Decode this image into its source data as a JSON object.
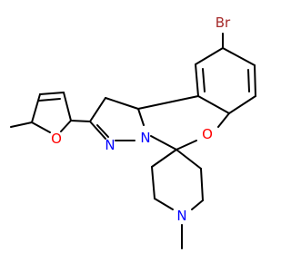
{
  "molecule": {
    "atom_labels": {
      "br": "Br",
      "n_pyrazoline": "N",
      "n_ring": "N",
      "o_oxazine": "O",
      "o_furan": "O",
      "n_piperidine": "N"
    },
    "colors": {
      "bond": "#000000",
      "bromine": "#a52a2a",
      "nitrogen": "#0000ff",
      "oxygen": "#ff0000"
    }
  }
}
